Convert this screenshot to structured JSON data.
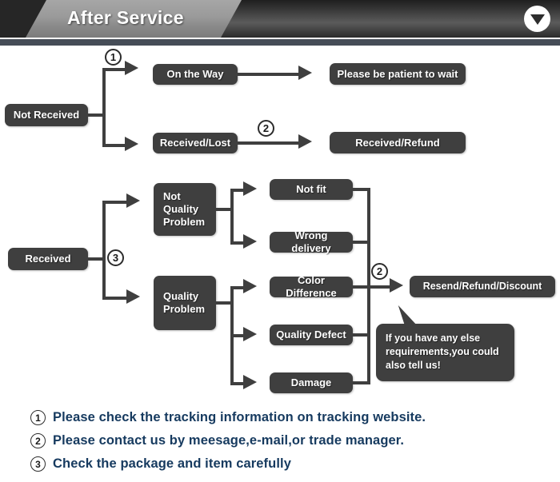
{
  "header": {
    "title": "After Service",
    "toggle_icon": "triangle-down-icon",
    "accent_dark": "#3f3f3f",
    "band_gray": "#9a9a9a",
    "rule_color": "#464d57"
  },
  "diagram": {
    "node_color": "#3f3f3f",
    "flows": [
      {
        "id": "not-received",
        "root": "Not Received",
        "branches": [
          {
            "marker": "1",
            "step": "On the Way",
            "result": "Please be patient to wait"
          },
          {
            "marker": "2",
            "step": "Received/Lost",
            "result": "Received/Refund"
          }
        ]
      },
      {
        "id": "received",
        "root": "Received",
        "marker": "3",
        "categories": [
          {
            "label": "Not Quality Problem",
            "reasons": [
              "Not fit",
              "Wrong delivery"
            ]
          },
          {
            "label": "Quality Problem",
            "reasons": [
              "Color Difference",
              "Quality Defect",
              "Damage"
            ]
          }
        ],
        "converge_marker": "2",
        "outcome": "Resend/Refund/Discount",
        "callout": "If you have any else requirements,you could also tell us!"
      }
    ],
    "nodes": {
      "not_received": "Not Received",
      "on_the_way": "On the Way",
      "please_wait": "Please be patient to wait",
      "received_lost": "Received/Lost",
      "received_refund": "Received/Refund",
      "received": "Received",
      "not_quality_problem": "Not\nQuality\nProblem",
      "not_quality_l1": "Not",
      "not_quality_l2": "Quality",
      "not_quality_l3": "Problem",
      "quality_l1": "Quality",
      "quality_l2": "Problem",
      "not_fit": "Not fit",
      "wrong_delivery": "Wrong delivery",
      "color_difference": "Color Difference",
      "quality_defect": "Quality Defect",
      "damage": "Damage",
      "resend_refund_discount": "Resend/Refund/Discount",
      "callout_l1": "If you have any else",
      "callout_l2": "requirements,you could",
      "callout_l3": "also tell us!"
    },
    "markers": {
      "m1": "1",
      "m2": "2",
      "m2b": "2",
      "m3": "3"
    }
  },
  "footer": {
    "text_color": "#163a5f",
    "items": [
      {
        "num": "1",
        "text": "Please check the tracking information on tracking website."
      },
      {
        "num": "2",
        "text": "Please contact us by meesage,e-mail,or trade manager."
      },
      {
        "num": "3",
        "text": "Check the package and item carefully"
      }
    ]
  }
}
